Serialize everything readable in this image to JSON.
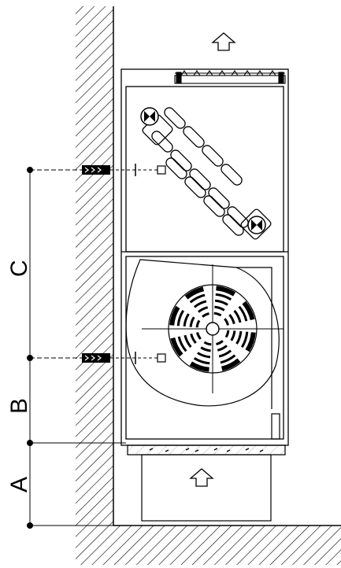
{
  "diagram": {
    "dimension_labels": {
      "a": "A",
      "b": "B",
      "c": "C"
    },
    "icons": [
      "airflow-up-arrow-icon",
      "wall-anchor-icon",
      "valve-icon",
      "fan-impeller-icon"
    ]
  }
}
